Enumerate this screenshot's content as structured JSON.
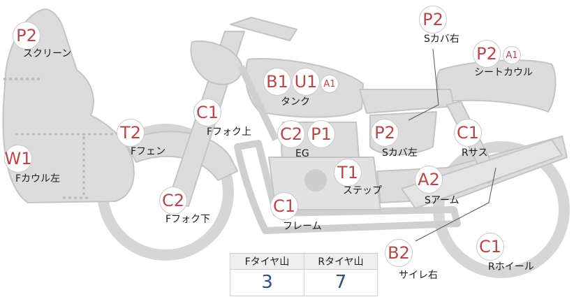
{
  "parts": [
    {
      "id": "screen",
      "badge": "P2",
      "label": "スクリーン"
    },
    {
      "id": "f-cowl-l",
      "badge": "W1",
      "label": "Fカウル左"
    },
    {
      "id": "f-fender",
      "badge": "T2",
      "label": "Fフェン"
    },
    {
      "id": "f-fork-up",
      "badge": "C1",
      "label": "Fフォク上"
    },
    {
      "id": "f-fork-low",
      "badge": "C2",
      "label": "Fフォク下"
    },
    {
      "id": "tank",
      "badge": "B1",
      "badge2": "U1",
      "sub": "A1",
      "label": "タンク"
    },
    {
      "id": "engine",
      "badge": "C2",
      "badge2": "P1",
      "label": "EG"
    },
    {
      "id": "frame",
      "badge": "C1",
      "label": "フレーム"
    },
    {
      "id": "step",
      "badge": "T1",
      "label": "ステップ"
    },
    {
      "id": "s-cover-l",
      "badge": "P2",
      "label": "Sカバ左"
    },
    {
      "id": "s-cover-r",
      "badge": "P2",
      "label": "Sカバ右"
    },
    {
      "id": "seat-cowl",
      "badge": "P2",
      "sub": "A1",
      "label": "シートカウル"
    },
    {
      "id": "r-sus",
      "badge": "C1",
      "label": "Rサス"
    },
    {
      "id": "s-arm",
      "badge": "A2",
      "label": "Sアーム"
    },
    {
      "id": "silencer-r",
      "badge": "B2",
      "label": "サイレ右"
    },
    {
      "id": "r-wheel",
      "badge": "C1",
      "label": "Rホイール"
    }
  ],
  "tread_table": {
    "front_header": "Fタイヤ山",
    "rear_header": "Rタイヤ山",
    "front_value": "3",
    "rear_value": "7"
  },
  "colors": {
    "badge_text": "#b5484b",
    "part_fill": "#dcdcdc",
    "part_stroke": "#c4c4c4",
    "value_text": "#2f4f80"
  }
}
